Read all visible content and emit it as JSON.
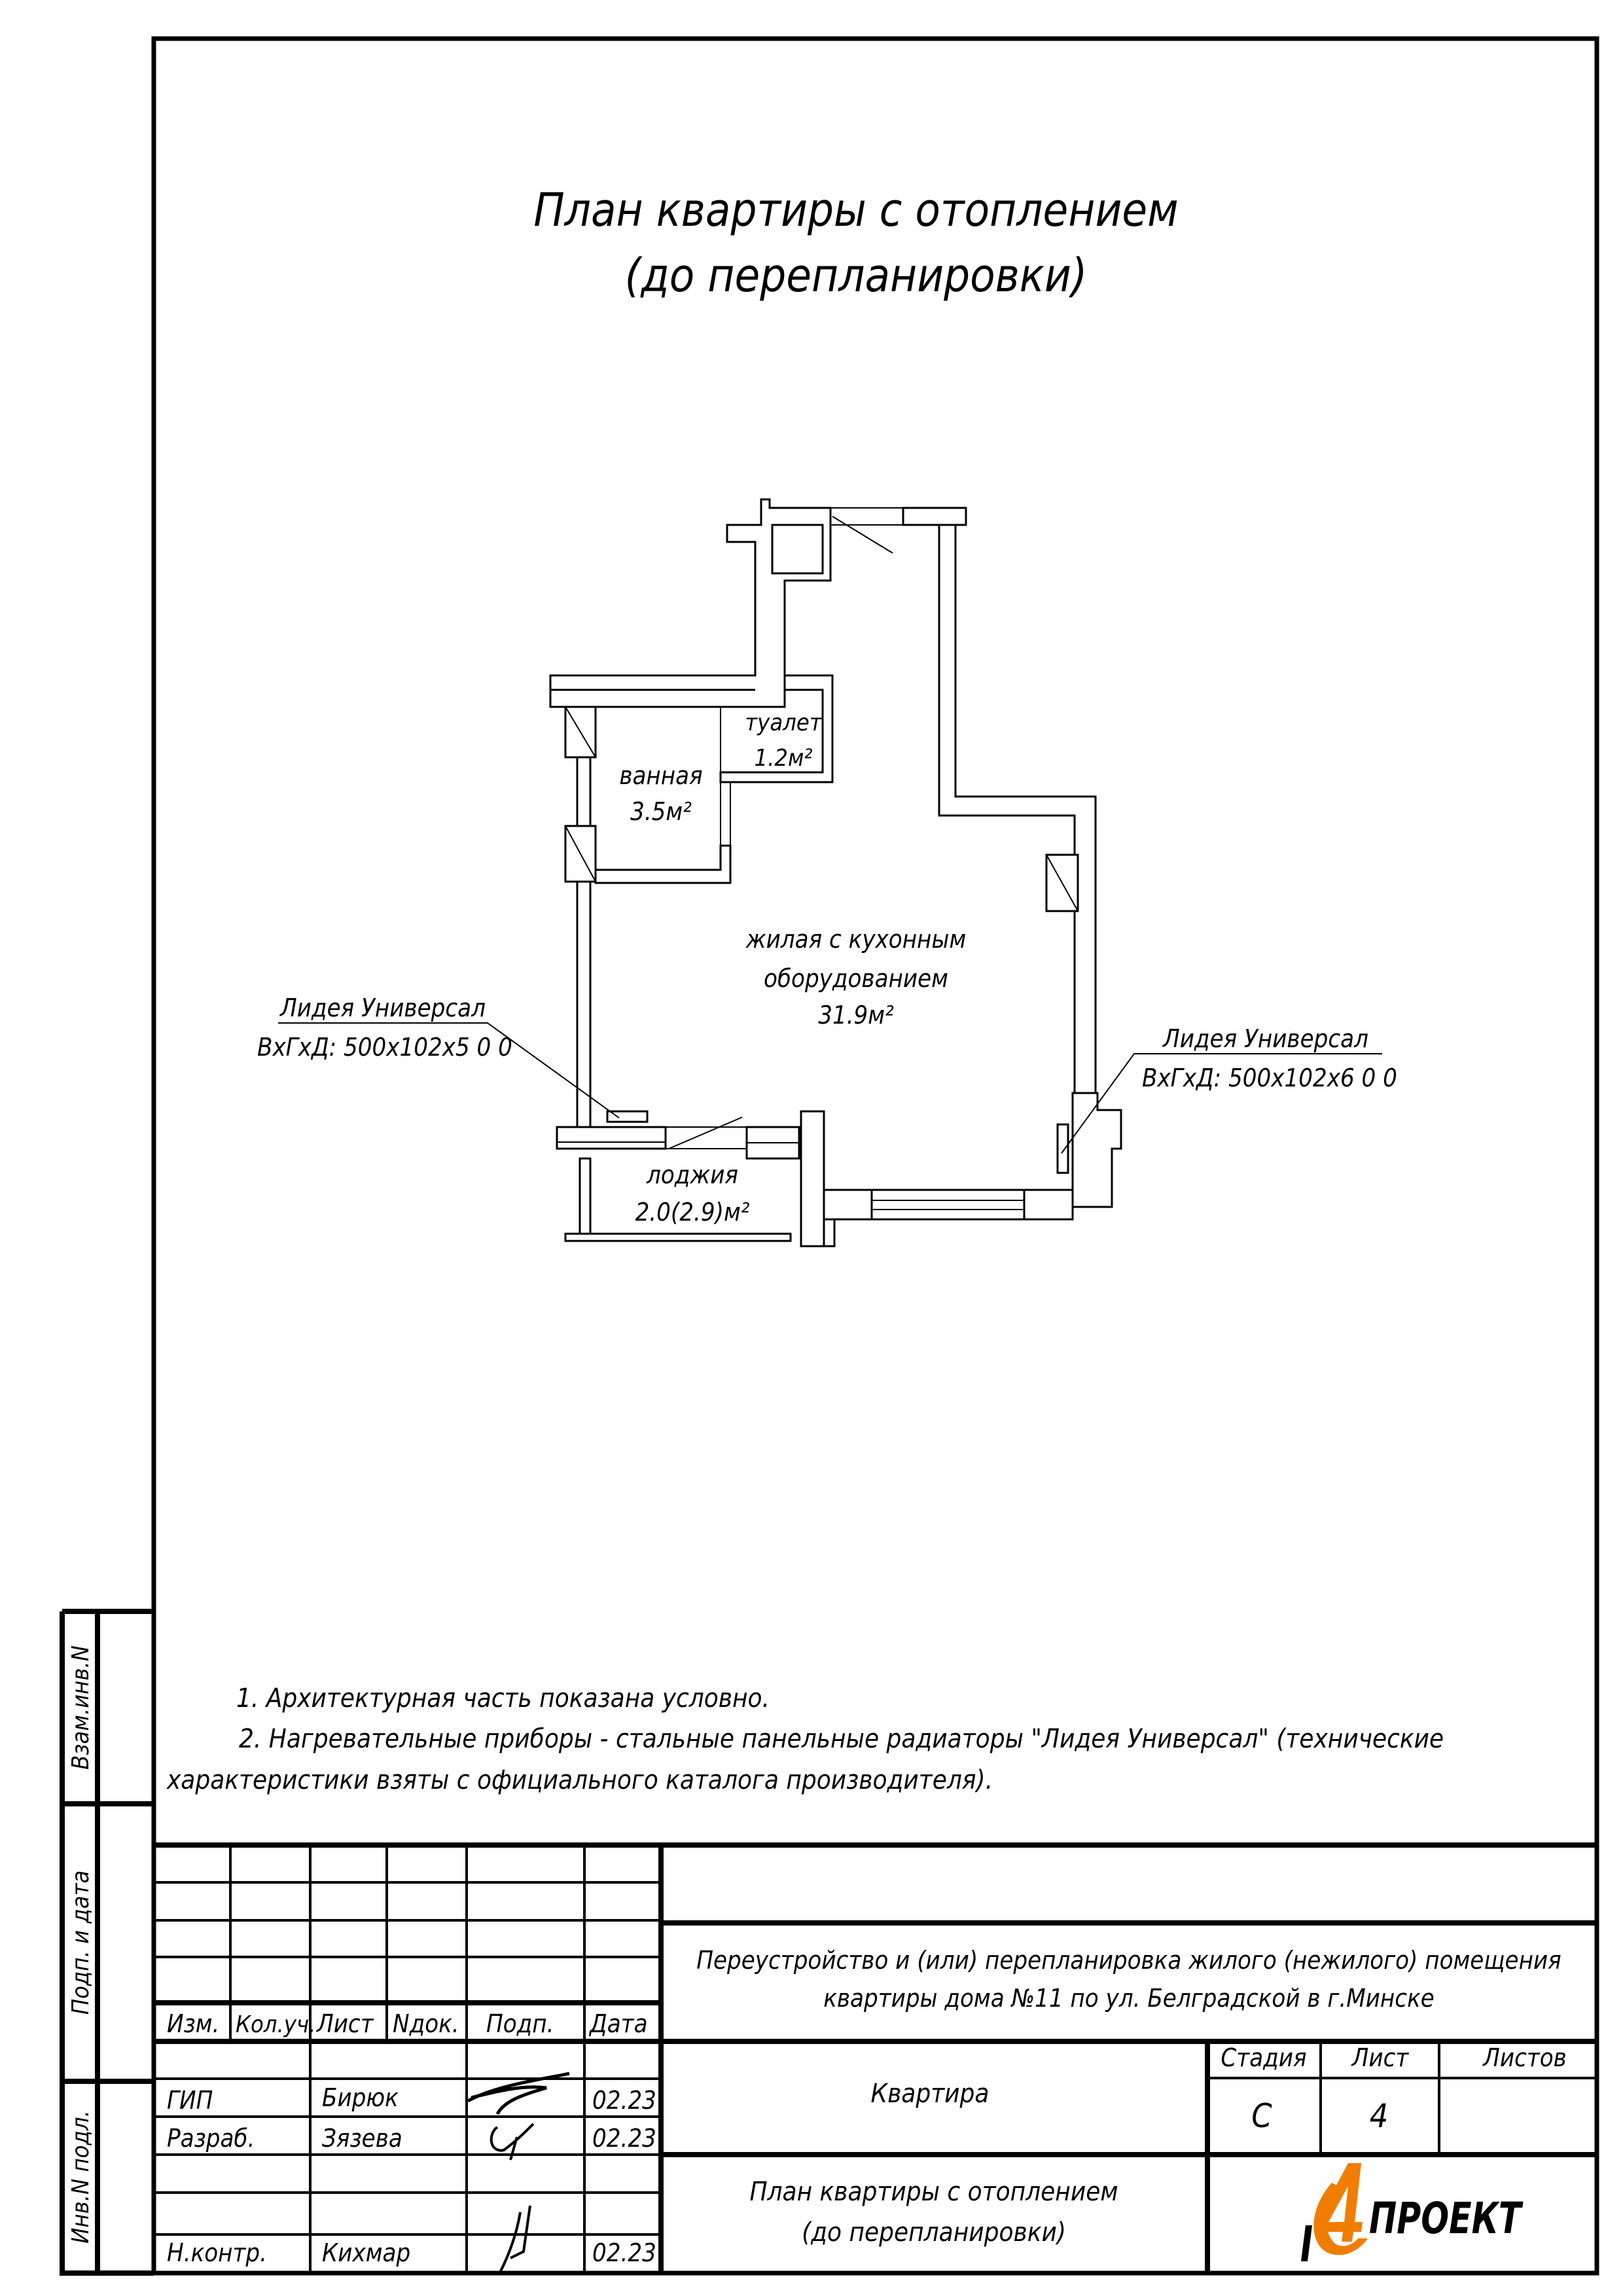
{
  "drawing": {
    "title_line1": "План квартиры с отоплением",
    "title_line2": "(до перепланировки)"
  },
  "plan": {
    "rooms": {
      "bath_name": "ванная",
      "bath_area": "3.5м²",
      "toilet_name": "туалет",
      "toilet_area": "1.2м²",
      "living_name1": "жилая с кухонным",
      "living_name2": "оборудованием",
      "living_area": "31.9м²",
      "loggia_name": "лоджия",
      "loggia_area": "2.0(2.9)м²"
    },
    "radiators": {
      "left_name": "Лидея Универсал",
      "left_dims": "ВхГхД:  500х102х5 0 0",
      "right_name": "Лидея Универсал",
      "right_dims": "ВхГхД:  500х102х6 0 0"
    }
  },
  "notes": {
    "n1": "1. Архитектурная часть показана условно.",
    "n2a": "2.  Нагревательные приборы - стальные панельные радиаторы \"Лидея Универсал\" (технические",
    "n2b": "характеристики взяты с официального каталога производителя)."
  },
  "side_strip": {
    "s1": "Взам.инв.N",
    "s2": "Подп. и дата",
    "s3": "Инв.N подл."
  },
  "title_block": {
    "headers": {
      "izm": "Изм.",
      "kol": "Кол.уч.",
      "list": "Лист",
      "ndok": "Nдок.",
      "podp": "Подп.",
      "data": "Дата"
    },
    "people": [
      {
        "role": "ГИП",
        "name": "Бирюк",
        "date": "02.23"
      },
      {
        "role": "Разраб.",
        "name": "Зязева",
        "date": "02.23"
      },
      {
        "role": "Н.контр.",
        "name": "Кихмар",
        "date": "02.23"
      }
    ],
    "project_line1": "Переустройство и (или) перепланировка жилого (нежилого) помещения",
    "project_line2": "квартиры дома №11 по ул. Белградской в г.Минске",
    "object": "Квартира",
    "stage_label": "Стадия",
    "sheet_label": "Лист",
    "sheets_label": "Листов",
    "stage": "С",
    "sheet": "4",
    "sheets": "",
    "sheet_title1": "План квартиры с отоплением",
    "sheet_title2": "(до перепланировки)",
    "logo_text": "ПРОЕКТ",
    "logo_color": "#f07d00"
  }
}
